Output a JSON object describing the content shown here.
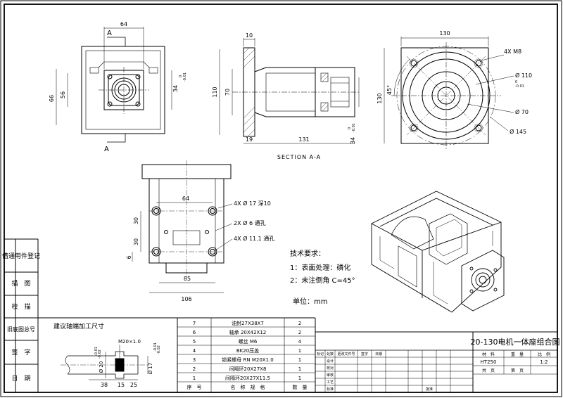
{
  "view_a": {
    "section_mark": "A",
    "dim_width": "64",
    "dim_height_outer": "66",
    "dim_height_inner": "56",
    "dim_bore": "34",
    "dim_bore_tol_top": "0",
    "dim_bore_tol_bottom": "-0.01"
  },
  "section_view": {
    "dim_flange": "10",
    "dim_outer": "110",
    "dim_inner": "70",
    "dim_base": "19",
    "dim_length": "131",
    "dim_bore": "34",
    "dim_bore_tol_top": "0",
    "dim_bore_tol_bottom": "-0.01",
    "caption": "SECTION A-A"
  },
  "end_view": {
    "dim_width": "130",
    "dim_height": "130",
    "angle": "45°",
    "holes": "4X M8",
    "dia_110": "Ø 110",
    "dia_110_tol_top": "0",
    "dia_110_tol_bottom": "-0.01",
    "dia_70": "Ø 70",
    "dia_145": "Ø 145"
  },
  "bottom_view": {
    "dim_64": "64",
    "dim_30a": "30",
    "dim_30b": "30",
    "dim_6": "6",
    "dim_85": "85",
    "dim_106": "106",
    "note1": "4X Ø 17 深10",
    "note2": "2X Ø 6 通孔",
    "note3": "4X Ø 11.1 通孔"
  },
  "tech_req": {
    "title": "技术要求：",
    "line1": "1：表面处理：磷化",
    "line2": "2：未注倒角 C=45°",
    "unit": "单位：mm"
  },
  "shaft_detail": {
    "title": "建议轴端加工尺寸",
    "thread": "M20×1.0",
    "dia_20": "Ø 20",
    "dia_20_tol_top": "-0.01",
    "dia_20_tol_bottom": "-0.02",
    "dia_17": "Ø 17",
    "dia_17_tol_top": "-0.01",
    "dia_17_tol_bottom": "-0.02",
    "dim_38": "38",
    "dim_15": "15",
    "dim_25": "25"
  },
  "left_strip": [
    "借通用件登记",
    "描　图",
    "校　描",
    "旧底图总号",
    "签　字",
    "日　期"
  ],
  "bom": {
    "rows": [
      {
        "no": "7",
        "name": "油封27X38X7",
        "qty": "2"
      },
      {
        "no": "6",
        "name": "轴承 20X42X12",
        "qty": "2"
      },
      {
        "no": "5",
        "name": "螺丝 M6",
        "qty": "4"
      },
      {
        "no": "4",
        "name": "BK20压盖",
        "qty": "1"
      },
      {
        "no": "3",
        "name": "锁紧螺母 RN M20X1.0",
        "qty": "1"
      },
      {
        "no": "2",
        "name": "间隔环20X27X8",
        "qty": "1"
      },
      {
        "no": "1",
        "name": "间隔环20X27X11.5",
        "qty": "1"
      }
    ],
    "header": {
      "no": "序　号",
      "name": "名　称　规　格",
      "qty": "数　量"
    }
  },
  "title_block": {
    "drawing_title": "20-130电机一体座组合图",
    "material": "HT250",
    "scale": "1:2",
    "col_weight": "重　量",
    "col_scale": "比　例",
    "col_mat": "材　料",
    "col_count": "共　页",
    "col_sheet": "第　页",
    "rev_headers": [
      "标记",
      "处数",
      "更改文件号",
      "签字",
      "日期"
    ],
    "row_labels": [
      "设计",
      "校对",
      "审核",
      "工艺",
      "标准",
      "批准"
    ]
  }
}
